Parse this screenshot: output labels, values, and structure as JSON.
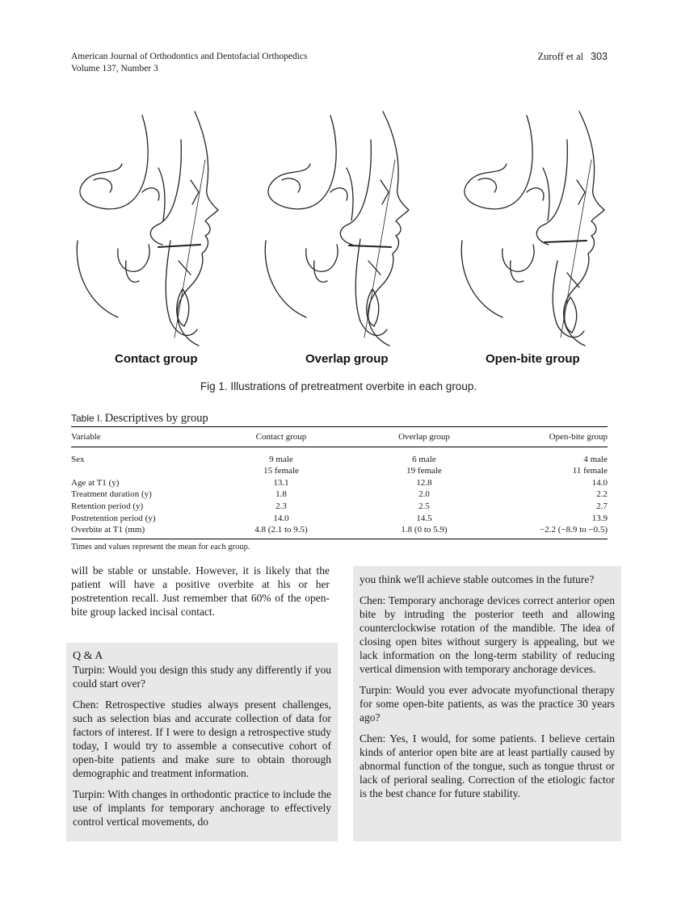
{
  "header": {
    "journal": "American Journal of Orthodontics and Dentofacial Orthopedics",
    "volume": "Volume 137, Number 3",
    "authors": "Zuroff et al",
    "page": "303"
  },
  "figure": {
    "labels": [
      "Contact group",
      "Overlap group",
      "Open-bite group"
    ],
    "caption": "Fig 1. Illustrations of pretreatment overbite in each group."
  },
  "table": {
    "label": "Table I.",
    "title": "Descriptives by group",
    "headers": [
      "Variable",
      "Contact group",
      "Overlap group",
      "Open-bite group"
    ],
    "rows": [
      {
        "variable": "Sex",
        "contact": "9 male",
        "overlap": "6 male",
        "open": "4 male"
      },
      {
        "variable": "",
        "contact": "15 female",
        "overlap": "19 female",
        "open": "11 female"
      },
      {
        "variable": "Age at T1 (y)",
        "contact": "13.1",
        "overlap": "12.8",
        "open": "14.0"
      },
      {
        "variable": "Treatment duration (y)",
        "contact": "1.8",
        "overlap": "2.0",
        "open": "2.2"
      },
      {
        "variable": "Retention period (y)",
        "contact": "2.3",
        "overlap": "2.5",
        "open": "2.7"
      },
      {
        "variable": "Postretention period (y)",
        "contact": "14.0",
        "overlap": "14.5",
        "open": "13.9"
      },
      {
        "variable": "Overbite at T1 (mm)",
        "contact": "4.8 (2.1 to 9.5)",
        "overlap": "1.8 (0 to 5.9)",
        "open": "−2.2 (−8.9 to −0.5)"
      }
    ],
    "note": "Times and values represent the mean for each group."
  },
  "body": {
    "left_text": "will be stable or unstable. However, it is likely that the patient will have a positive overbite at his or her postretention recall. Just remember that 60% of the open-bite group lacked incisal contact.",
    "qa_heading": "Q & A",
    "qa_left": [
      "Turpin: Would you design this study any differently if you could start over?",
      "Chen: Retrospective studies always present challenges, such as selection bias and accurate collection of data for factors of interest. If I were to design a retrospective study today, I would try to assemble a consecutive cohort of open-bite patients and make sure to obtain thorough demographic and treatment information.",
      "Turpin: With changes in orthodontic practice to include the use of implants for temporary anchorage to effectively control vertical movements, do"
    ],
    "qa_right": [
      "you think we'll achieve stable outcomes in the future?",
      "Chen: Temporary anchorage devices correct anterior open bite by intruding the posterior teeth and allowing counterclockwise rotation of the mandible. The idea of closing open bites without surgery is appealing, but we lack information on the long-term stability of reducing vertical dimension with temporary anchorage devices.",
      "Turpin: Would you ever advocate myofunctional therapy for some open-bite patients, as was the practice 30 years ago?",
      "Chen: Yes, I would, for some patients. I believe certain kinds of anterior open bite are at least partially caused by abnormal function of the tongue, such as tongue thrust or lack of perioral sealing. Correction of the etiologic factor is the best chance for future stability."
    ]
  }
}
